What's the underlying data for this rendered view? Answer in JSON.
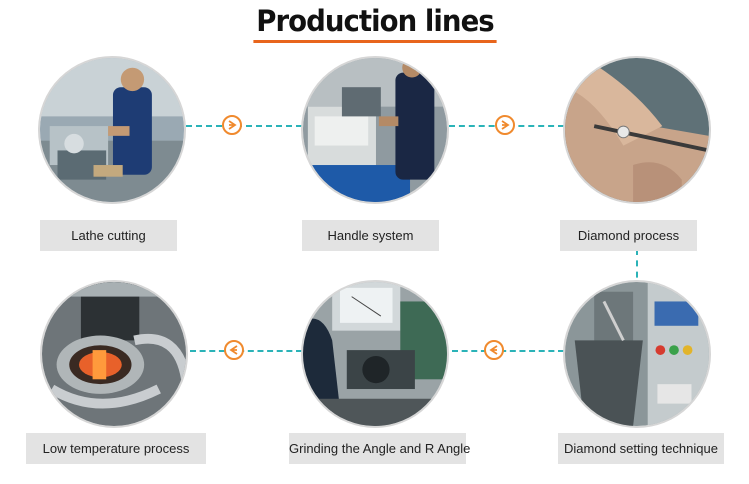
{
  "title": "Production lines",
  "steps": [
    {
      "label": "Lathe cutting"
    },
    {
      "label": "Handle system"
    },
    {
      "label": "Diamond process"
    },
    {
      "label": "Diamond setting technique"
    },
    {
      "label": "Grinding the Angle and R Angle"
    },
    {
      "label": "Low temperature process"
    }
  ],
  "colors": {
    "accent": "#e8651c",
    "connector": "#2bb3b8",
    "label_bg": "#e3e3e3"
  },
  "icons": {
    "forward": "arrow-right-icon",
    "backward": "arrow-left-icon"
  }
}
